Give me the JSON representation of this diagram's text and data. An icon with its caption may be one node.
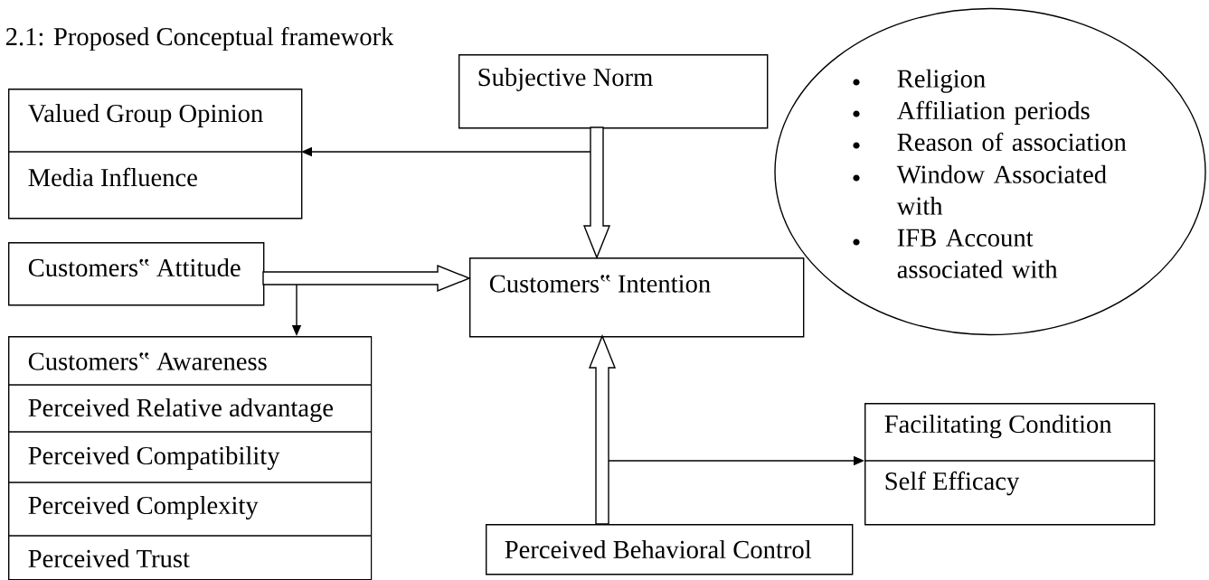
{
  "diagram": {
    "title": "2.1: Proposed Conceptual framework",
    "nodes": [
      {
        "text": [
          "Subjective Norm"
        ]
      },
      {
        "text": [
          "Valued Group Opinion",
          "Media Influence"
        ]
      },
      {
        "text": [
          "Religion",
          "Affiliation periods",
          "Reason of association",
          "Window Associated with",
          "IFB Account associated with"
        ]
      },
      {
        "text": [
          "Customers‟ Attitude"
        ]
      },
      {
        "text": [
          "Customers‟ Intention"
        ]
      },
      {
        "text": [
          "Customers‟ Awareness",
          "Perceived Relative advantage",
          "Perceived Compatibility",
          "Perceived Complexity",
          "Perceived Trust"
        ]
      },
      {
        "text": [
          "Perceived Behavioral Control"
        ]
      },
      {
        "text": [
          "Facilitating Condition",
          "Self Efficacy"
        ]
      }
    ],
    "edges": [
      {
        "from": 0,
        "to": 4,
        "arrow": "to",
        "style": "thick"
      },
      {
        "from": 0,
        "to": 1,
        "arrow": "to"
      },
      {
        "from": 3,
        "to": 4,
        "arrow": "to",
        "style": "thick"
      },
      {
        "from": 3,
        "to": 5,
        "arrow": "to"
      },
      {
        "from": 6,
        "to": 4,
        "arrow": "to",
        "style": "thick"
      },
      {
        "from": 6,
        "to": 7,
        "arrow": "to"
      }
    ]
  }
}
